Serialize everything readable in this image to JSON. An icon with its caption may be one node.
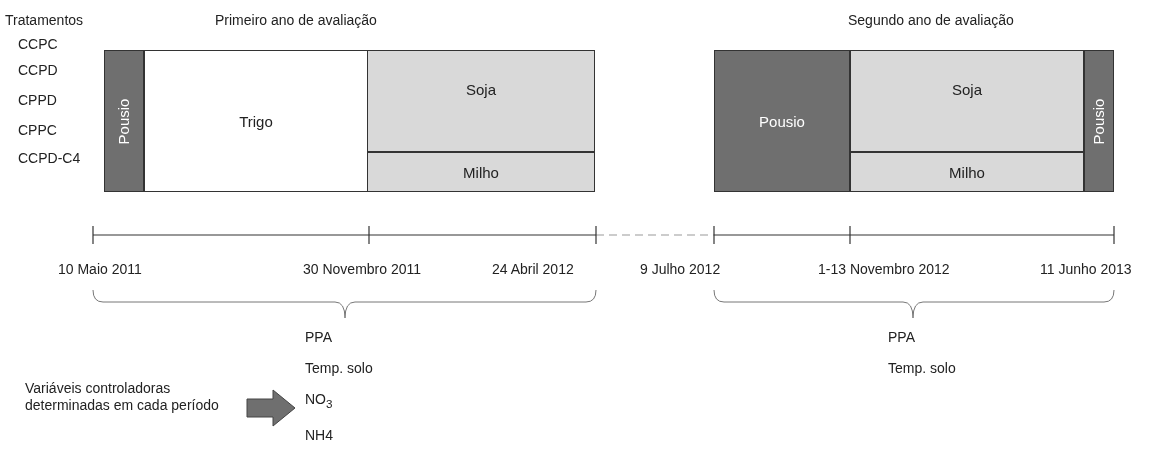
{
  "diagram": {
    "nodes": [
      {
        "text": [
          "Pousio"
        ]
      },
      {
        "text": [
          "Trigo"
        ]
      },
      {
        "text": [
          "Soja"
        ]
      },
      {
        "text": [
          "Milho"
        ]
      },
      {
        "text": [
          "Pousio"
        ]
      },
      {
        "text": [
          "Soja"
        ]
      },
      {
        "text": [
          "Milho"
        ]
      },
      {
        "text": [
          "Pousio"
        ]
      },
      {
        "text": [
          "Variáveis controladoras determinadas em cada período"
        ]
      },
      {
        "text": [
          "PPA",
          "Temp. solo",
          "NO$_{3}$",
          "NH4"
        ]
      },
      {
        "text": [
          "PPA",
          "Temp. solo"
        ]
      }
    ],
    "edges": [
      {
        "from": 8,
        "to": 9,
        "arrow": "to",
        "style": "thick"
      }
    ],
    "labels": [
      "Tratamentos",
      "Primeiro ano de avaliação",
      "Segundo ano de avaliação",
      "CCPC",
      "CCPD",
      "CPPD",
      "CPPC",
      "CCPD-C4",
      "10 Maio 2011",
      "30 Novembro 2011",
      "24 Abril 2012",
      "9 Julho 2012",
      "1-13 Novembro 2012",
      "11 Junho 2013"
    ]
  }
}
